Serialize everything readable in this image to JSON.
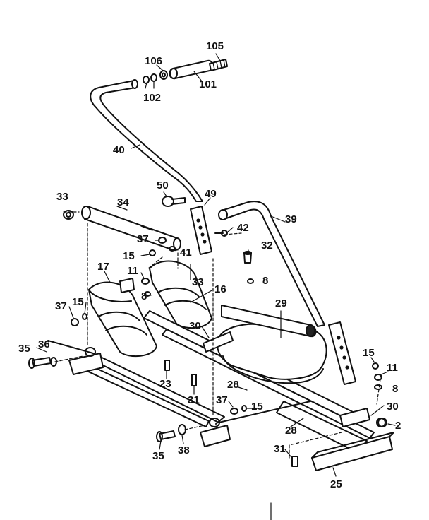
{
  "diagram": {
    "callouts": {
      "c105": "105",
      "c106": "106",
      "c101": "101",
      "c102": "102",
      "c40": "40",
      "c50": "50",
      "c49": "49",
      "c33a": "33",
      "c34": "34",
      "c39": "39",
      "c42": "42",
      "c32": "32",
      "c37a": "37",
      "c41": "41",
      "c15a": "15",
      "c17": "17",
      "c11a": "11",
      "c33b": "33",
      "c8a": "8",
      "c8b": "8",
      "c16": "16",
      "c37b": "37",
      "c15b": "15",
      "c29": "29",
      "c30a": "30",
      "c35a": "35",
      "c36": "36",
      "c23": "23",
      "c31a": "31",
      "c28a": "28",
      "c15c": "15",
      "c11b": "11",
      "c8c": "8",
      "c37c": "37",
      "c15d": "15",
      "c30b": "30",
      "c2": "2",
      "c35b": "35",
      "c38": "38",
      "c28b": "28",
      "c31b": "31",
      "c25": "25"
    }
  }
}
